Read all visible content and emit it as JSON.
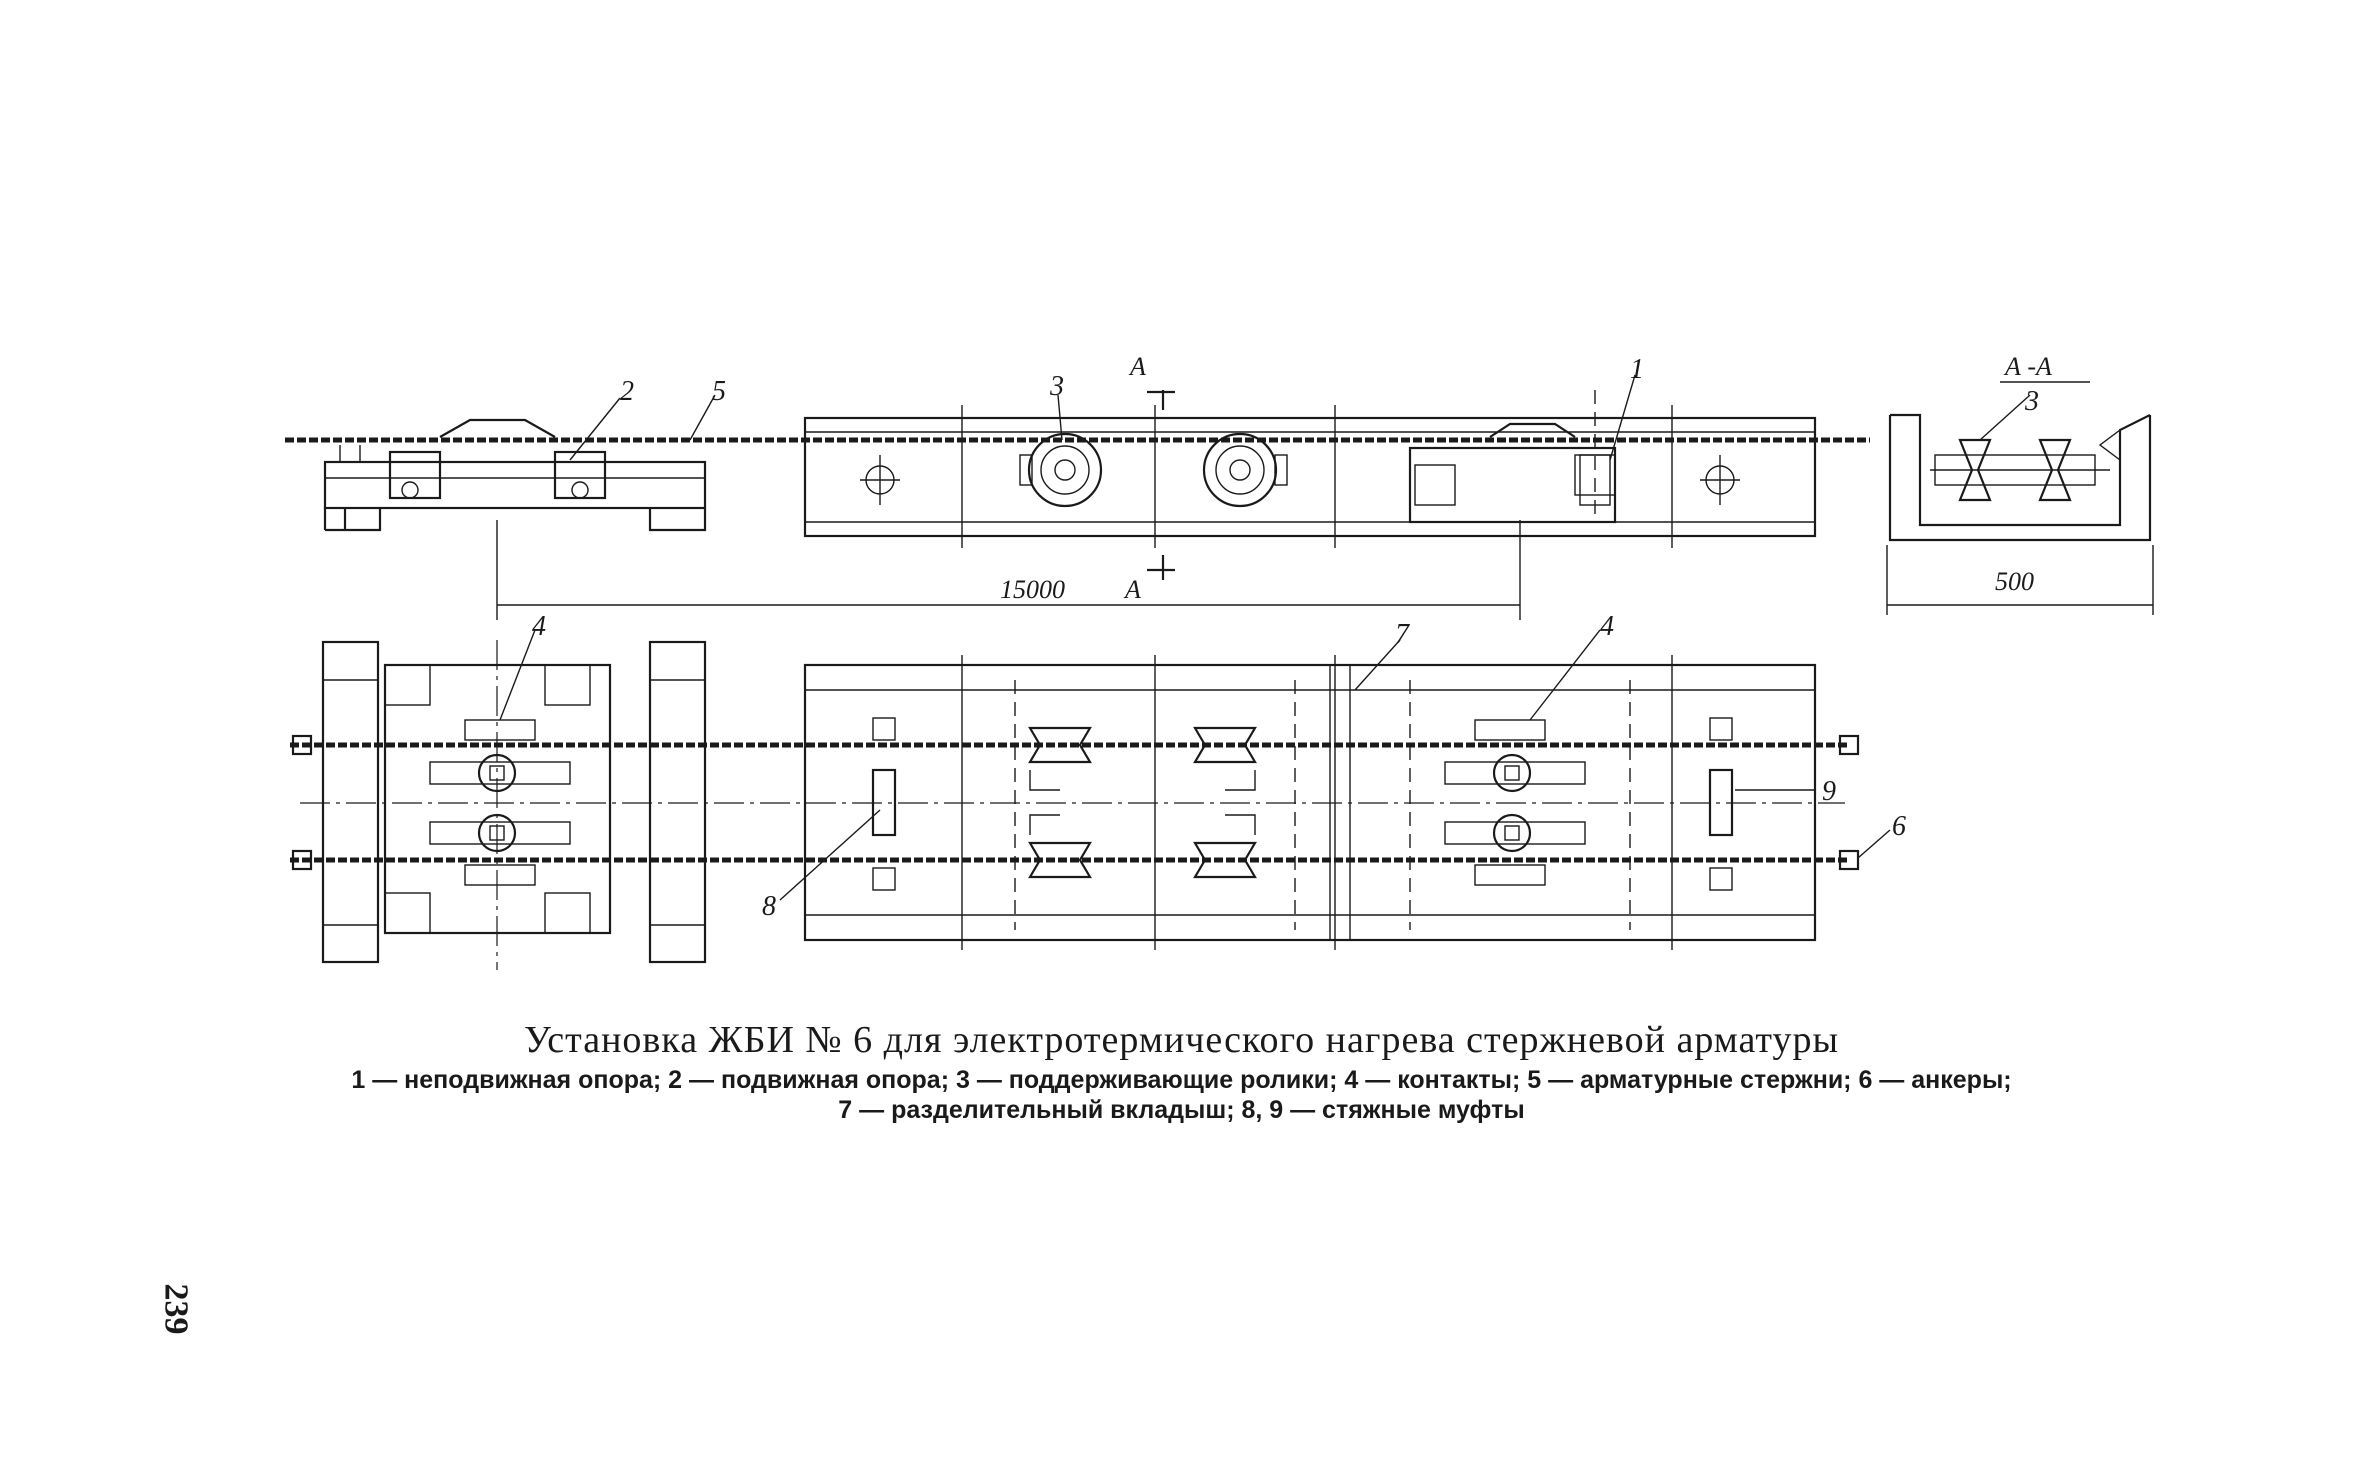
{
  "title": "Установка ЖБИ № 6 для электротермического нагрева стержневой арматуры",
  "legend_line1": "1 — неподвижная опора; 2 — подвижная опора; 3 — поддерживающие ролики; 4 — контакты; 5 — арматурные стержни; 6 — анкеры;",
  "legend_line2": "7 — разделительный вкладыш; 8, 9 — стяжные муфты",
  "page_number": "239",
  "callouts": {
    "c1": "1",
    "c2": "2",
    "c3": "3",
    "c3b": "3",
    "c4a": "4",
    "c4b": "4",
    "c5": "5",
    "c6": "6",
    "c7": "7",
    "c8": "8",
    "c9": "9"
  },
  "section": {
    "marker_top": "A",
    "marker_bottom": "A",
    "label": "А -А"
  },
  "dimensions": {
    "length": "15000",
    "width": "500"
  }
}
